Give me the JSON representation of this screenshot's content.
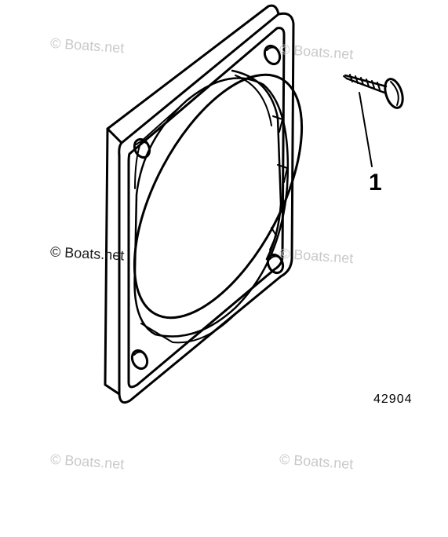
{
  "watermark": {
    "text": "© Boats.net"
  },
  "callouts": [
    {
      "label": "1",
      "part": "screw"
    }
  ],
  "diagram_code": "42904",
  "colors": {
    "ink": "#000000",
    "watermark": "#c9c9c9",
    "background": "#ffffff"
  },
  "icons": [
    "bezel-frame-icon",
    "screw-icon"
  ]
}
